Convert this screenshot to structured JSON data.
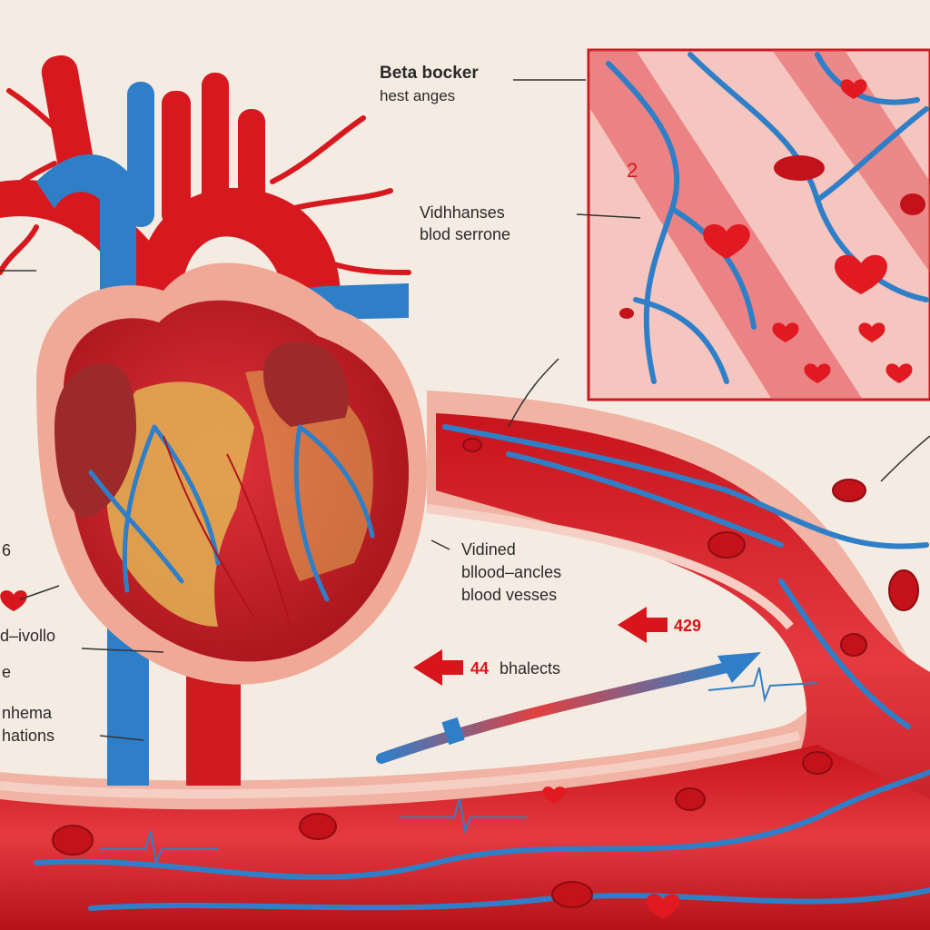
{
  "labels": {
    "beta_blocker_title": "Beta bocker",
    "beta_blocker_sub": "hest anges",
    "vidhhanses": "Vidhhanses",
    "blod_serrone": "blod serrone",
    "vidined": "Vidined",
    "blood_ancles": "bllood–ancles",
    "blood_vesses": "blood vesses",
    "value_429": "429",
    "value_44": "44",
    "bhalects": "bhalects",
    "left_6": "6",
    "d_ivollo": "d–ivollo",
    "left_e": "e",
    "nhema": "nhema",
    "hations": "hations"
  },
  "colors": {
    "artery_red": "#d7191f",
    "vein_blue": "#2f7fc8",
    "muscle_gold": "#e2b455",
    "vessel_wall": "#f0b3a4",
    "background": "#f4ece2",
    "label_red": "#d8141c"
  }
}
